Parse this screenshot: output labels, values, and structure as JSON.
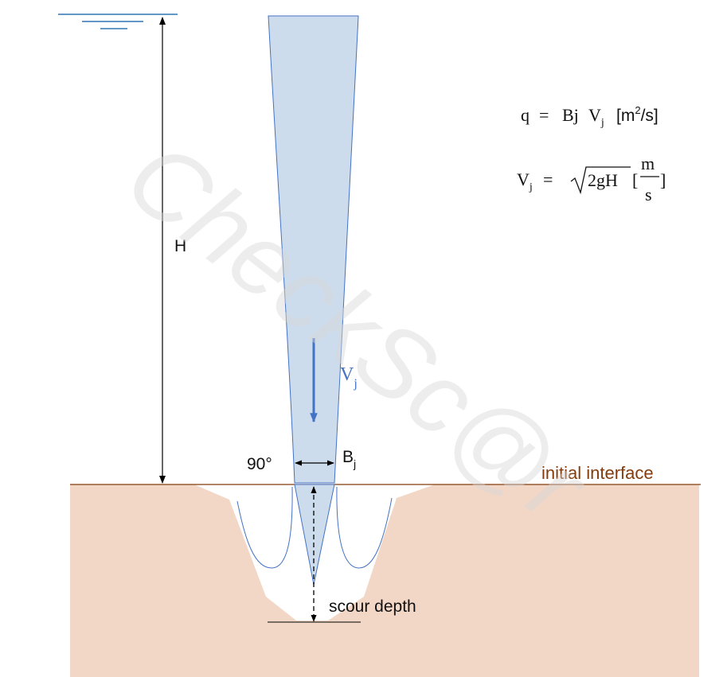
{
  "labels": {
    "head": "H",
    "angle": "90°",
    "jet_width": "B",
    "jet_width_sub": "j",
    "velocity": "V",
    "velocity_sub": "j",
    "interface": "initial interface",
    "scour_depth": "scour depth"
  },
  "equations": {
    "discharge": {
      "lhs": "q",
      "equals": "=",
      "rhs_b": "Bj",
      "rhs_v": "V",
      "rhs_v_sub": "j",
      "unit_open": "[m",
      "unit_sup": "2",
      "unit_close": "/s]"
    },
    "velocity": {
      "lhs": "V",
      "lhs_sub": "j",
      "equals": "=",
      "radicand": "2gH",
      "bracket_open": "[",
      "numerator": "m",
      "denominator": "s",
      "bracket_close": "]"
    }
  },
  "watermark": "CheckSc@r",
  "colors": {
    "jet_fill": "#ccdcec",
    "jet_edge": "#4472c4",
    "soil": "#f2d7c6",
    "interface_line": "#843c0c",
    "water_line": "#2e75b6",
    "arrow_blue": "#4472c4",
    "ink": "#111111"
  }
}
